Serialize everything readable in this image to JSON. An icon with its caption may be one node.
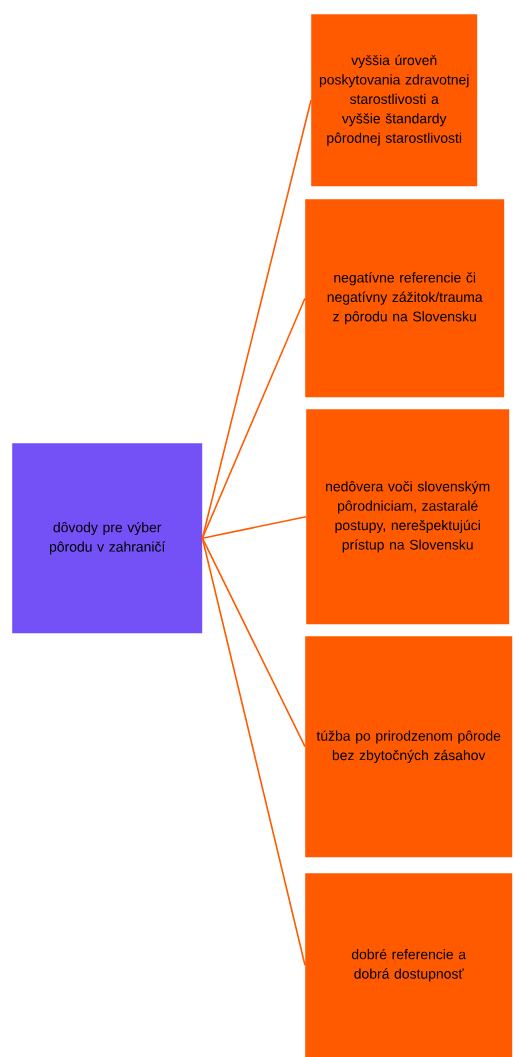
{
  "diagram": {
    "nodes": [
      {
        "text": [
          "dôvody pre výber pôrodu v zahraničí"
        ]
      },
      {
        "text": [
          "vyššia úroveň poskytovania zdravotnej starostlivosti a vyššie štandardy pôrodnej starostlivosti"
        ]
      },
      {
        "text": [
          "negatívne referencie či negatívny zážitok/trauma z pôrodu na Slovensku"
        ]
      },
      {
        "text": [
          "nedôvera voči slovenským pôrodniciam, zastaralé postupy, nerešpektujúci prístup na Slovensku"
        ]
      },
      {
        "text": [
          "túžba po prirodzenom pôrode bez zbytočných zásahov"
        ]
      },
      {
        "text": [
          "dobré referencie a dobrá dostupnosť"
        ]
      }
    ],
    "edges": [
      {
        "from": 0,
        "to": 1,
        "arrow": "none"
      },
      {
        "from": 0,
        "to": 2,
        "arrow": "none"
      },
      {
        "from": 0,
        "to": 3,
        "arrow": "none"
      },
      {
        "from": 0,
        "to": 4,
        "arrow": "none"
      },
      {
        "from": 0,
        "to": 5,
        "arrow": "none"
      }
    ]
  }
}
